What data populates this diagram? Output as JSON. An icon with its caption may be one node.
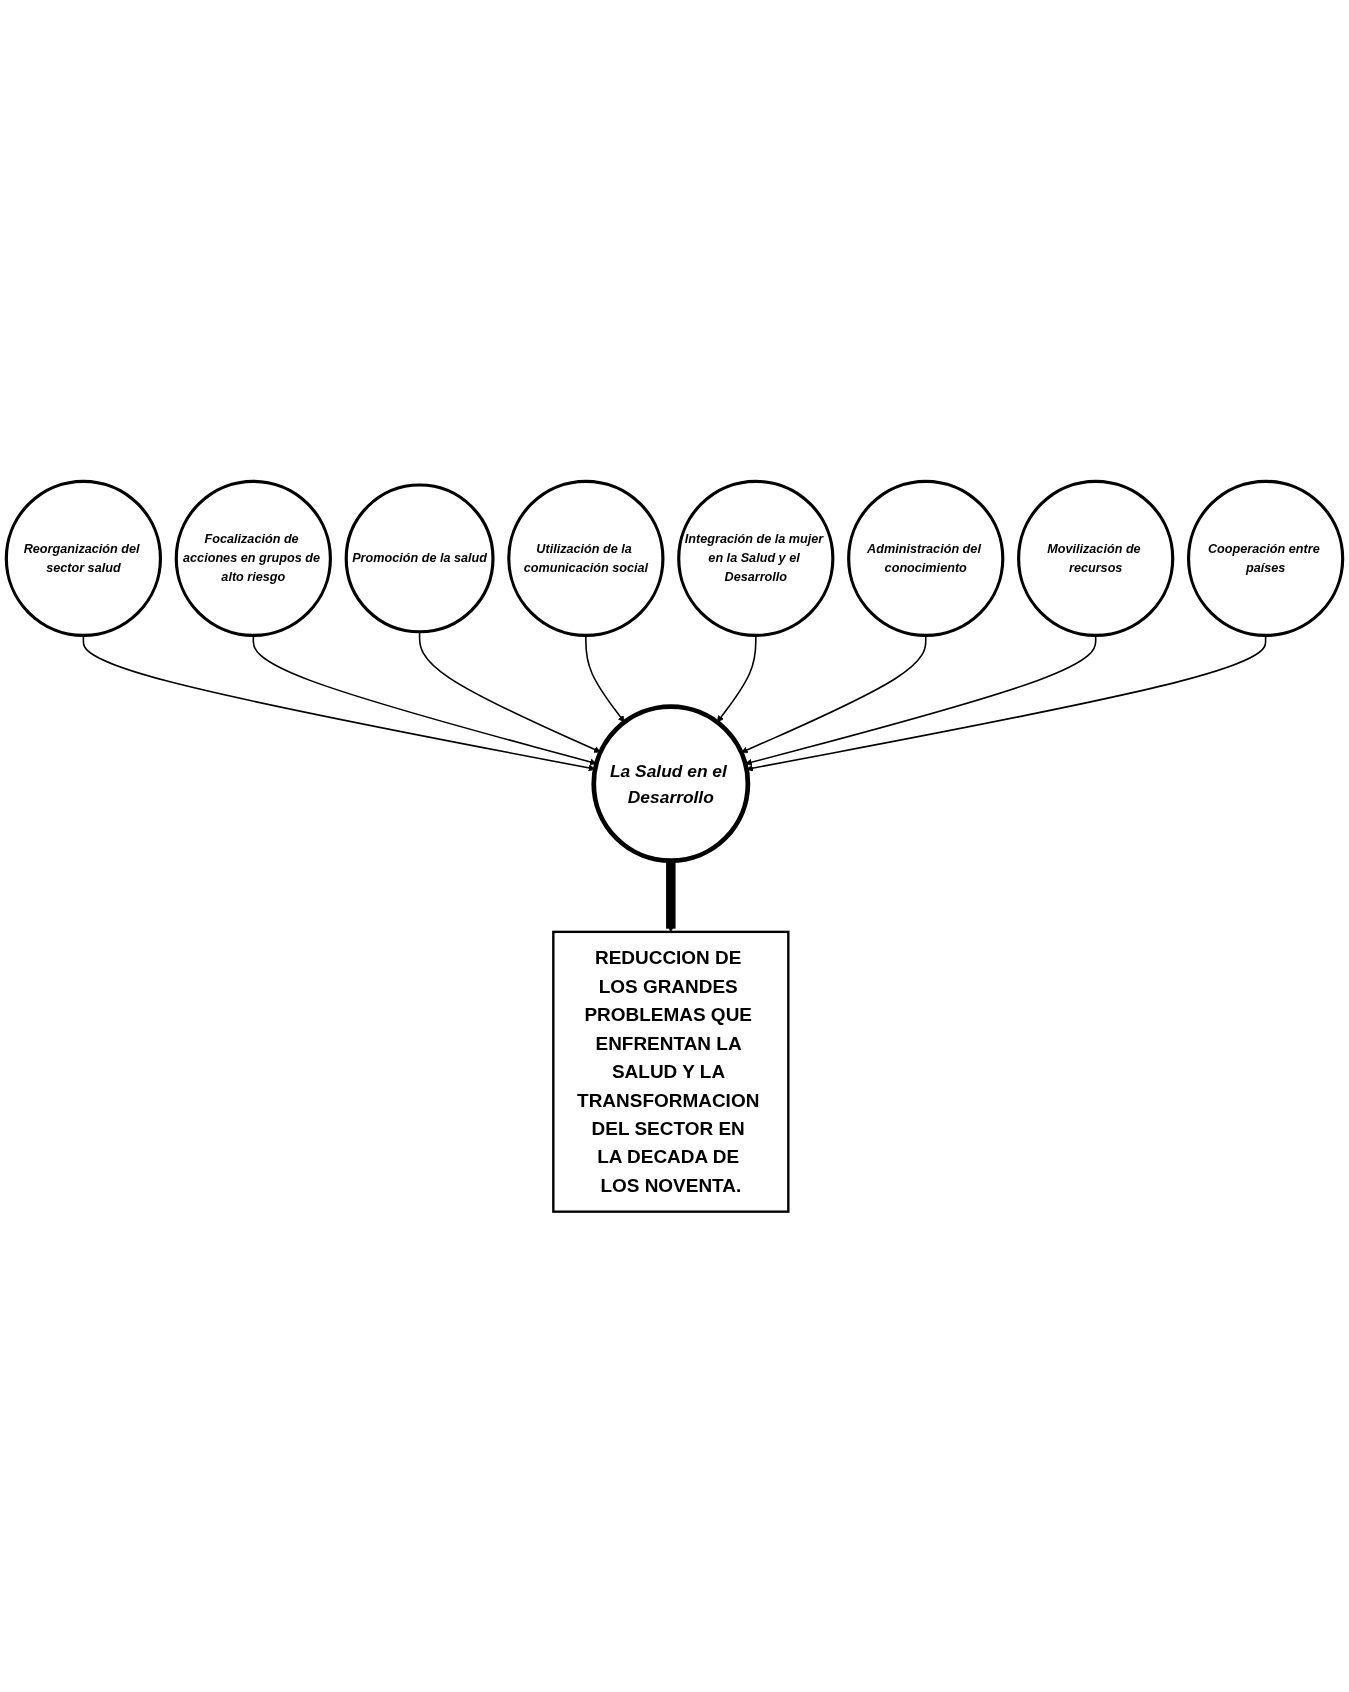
{
  "diagram": {
    "nodes": [
      {
        "text": [
          "Reorganización del sector salud"
        ]
      },
      {
        "text": [
          "Focalización de acciones en grupos de alto riesgo"
        ]
      },
      {
        "text": [
          "Promoción de la salud"
        ]
      },
      {
        "text": [
          "Utilización de la comunicación social"
        ]
      },
      {
        "text": [
          "Integración de la mujer en la Salud y el Desarrollo"
        ]
      },
      {
        "text": [
          "Administración del conocimiento"
        ]
      },
      {
        "text": [
          "Movilización de recursos"
        ]
      },
      {
        "text": [
          "Cooperación entre países"
        ]
      },
      {
        "text": [
          "La Salud en el Desarrollo"
        ]
      },
      {
        "text": [
          "REDUCCION DE LOS GRANDES PROBLEMAS QUE ENFRENTAN LA SALUD Y LA TRANSFORMACION DEL SECTOR EN LA DECADA DE LOS NOVENTA."
        ]
      }
    ],
    "edges": [
      {
        "from": 0,
        "to": 8,
        "arrow": "to"
      },
      {
        "from": 1,
        "to": 8,
        "arrow": "to"
      },
      {
        "from": 2,
        "to": 8,
        "arrow": "to"
      },
      {
        "from": 3,
        "to": 8,
        "arrow": "to"
      },
      {
        "from": 4,
        "to": 8,
        "arrow": "to"
      },
      {
        "from": 5,
        "to": 8,
        "arrow": "to"
      },
      {
        "from": 6,
        "to": 8,
        "arrow": "to"
      },
      {
        "from": 7,
        "to": 8,
        "arrow": "to"
      },
      {
        "from": 8,
        "to": 9,
        "arrow": "to",
        "style": "thick"
      }
    ]
  }
}
